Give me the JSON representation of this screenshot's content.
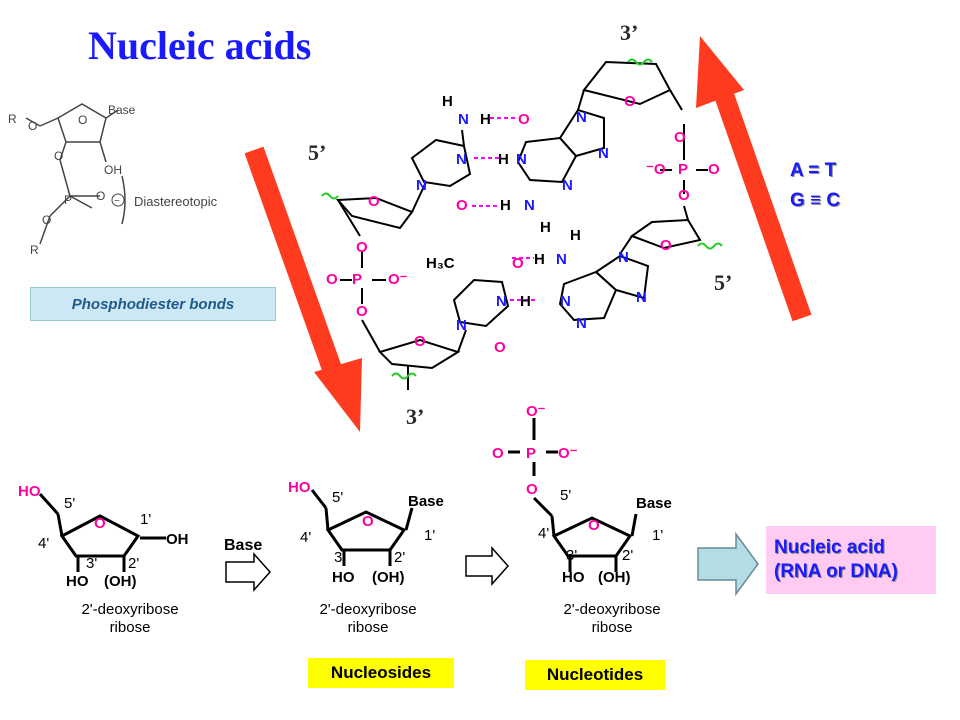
{
  "title": "Nucleic acids",
  "phosphodiester_label": "Phosphodiester bonds",
  "diastereotopic_label": "Diastereotopic",
  "prime_labels": {
    "top_right_3": "3’",
    "left_5": "5’",
    "right_5": "5’",
    "bottom_3": "3’"
  },
  "base_pairs": {
    "at": "A = T",
    "gc": "G ≡ C"
  },
  "nucleic_acid_box": {
    "line1": "Nucleic acid",
    "line2": "(RNA or DNA)"
  },
  "sugar_labels": {
    "deoxy": "2'-deoxyribose",
    "ribose": "ribose",
    "base_reagent": "Base"
  },
  "nucleosides_label": "Nucleosides",
  "nucleotides_label": "Nucleotides",
  "colors": {
    "title": "#1a1aff",
    "arrow": "#ff3b1f",
    "oxygen": "#ff00a0",
    "nitrogen": "#1a1aff",
    "hbond": "#ff00ff",
    "yellow": "#ffff00",
    "pink_box": "#ffcbf2"
  }
}
